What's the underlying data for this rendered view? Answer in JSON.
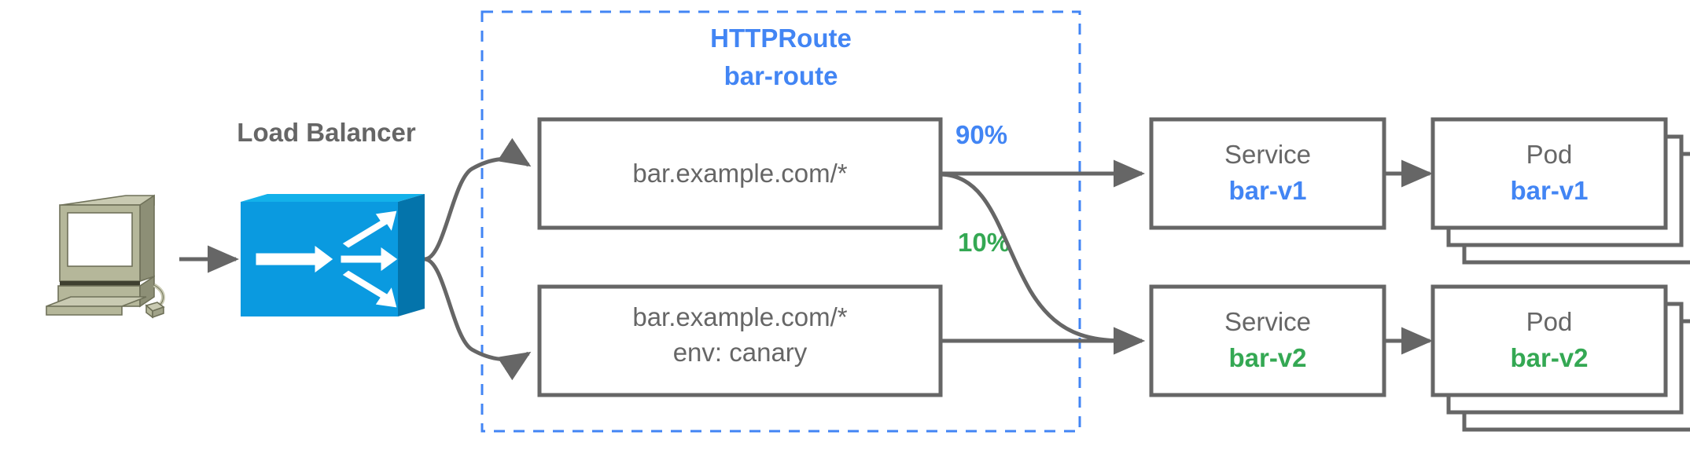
{
  "diagram": {
    "title_group": {
      "kind": "HTTPRoute",
      "name": "bar-route",
      "border_color": "#4285f4"
    },
    "client": {
      "icon": "desktop-computer-icon"
    },
    "load_balancer": {
      "label": "Load Balancer",
      "icon": "router-switch-icon",
      "color": "#0a9ae0"
    },
    "routes": [
      {
        "id": "route-primary",
        "line1": "bar.example.com/*",
        "line2": ""
      },
      {
        "id": "route-canary",
        "line1": "bar.example.com/*",
        "line2": "env: canary"
      }
    ],
    "weights": [
      {
        "id": "weight-90",
        "label": "90%",
        "color": "#4285f4"
      },
      {
        "id": "weight-10",
        "label": "10%",
        "color": "#34a853"
      }
    ],
    "services": [
      {
        "id": "service-bar-v1",
        "kind": "Service",
        "name": "bar-v1",
        "color": "#4285f4"
      },
      {
        "id": "service-bar-v2",
        "kind": "Service",
        "name": "bar-v2",
        "color": "#34a853"
      }
    ],
    "pods": [
      {
        "id": "pod-bar-v1",
        "kind": "Pod",
        "name": "bar-v1",
        "color": "#4285f4",
        "replicas": 3
      },
      {
        "id": "pod-bar-v2",
        "kind": "Pod",
        "name": "bar-v2",
        "color": "#34a853",
        "replicas": 3
      }
    ],
    "colors": {
      "stroke": "#666666",
      "blue": "#4285f4",
      "green": "#34a853",
      "lb_face": "#0a9ae0",
      "lb_top": "#13b1ea",
      "lb_side": "#0474ab",
      "pc_body": "#b5b79a",
      "pc_top": "#c9cab2",
      "pc_dark": "#8d8f76"
    }
  }
}
